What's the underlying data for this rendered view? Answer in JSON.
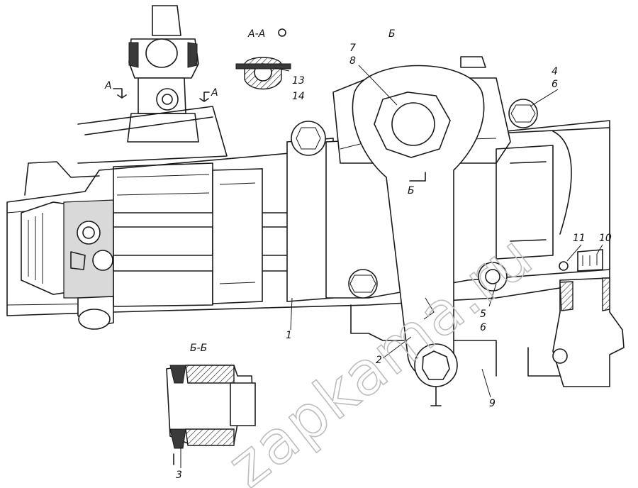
{
  "diagram": {
    "section_labels": {
      "section_aa": "А-А",
      "view_b": "Б",
      "section_bb": "Б-Б",
      "cut_a_left": "А",
      "cut_a_right": "А",
      "cut_b": "Б"
    },
    "callouts": {
      "n7": "7",
      "n8": "8",
      "n4": "4",
      "n6a": "6",
      "n13": "13",
      "n14": "14",
      "n11": "11",
      "n10": "10",
      "n5": "5",
      "n6b": "6",
      "n1": "1",
      "n2": "2",
      "n9": "9",
      "n3": "3"
    },
    "watermark": "zapkama.ru"
  }
}
